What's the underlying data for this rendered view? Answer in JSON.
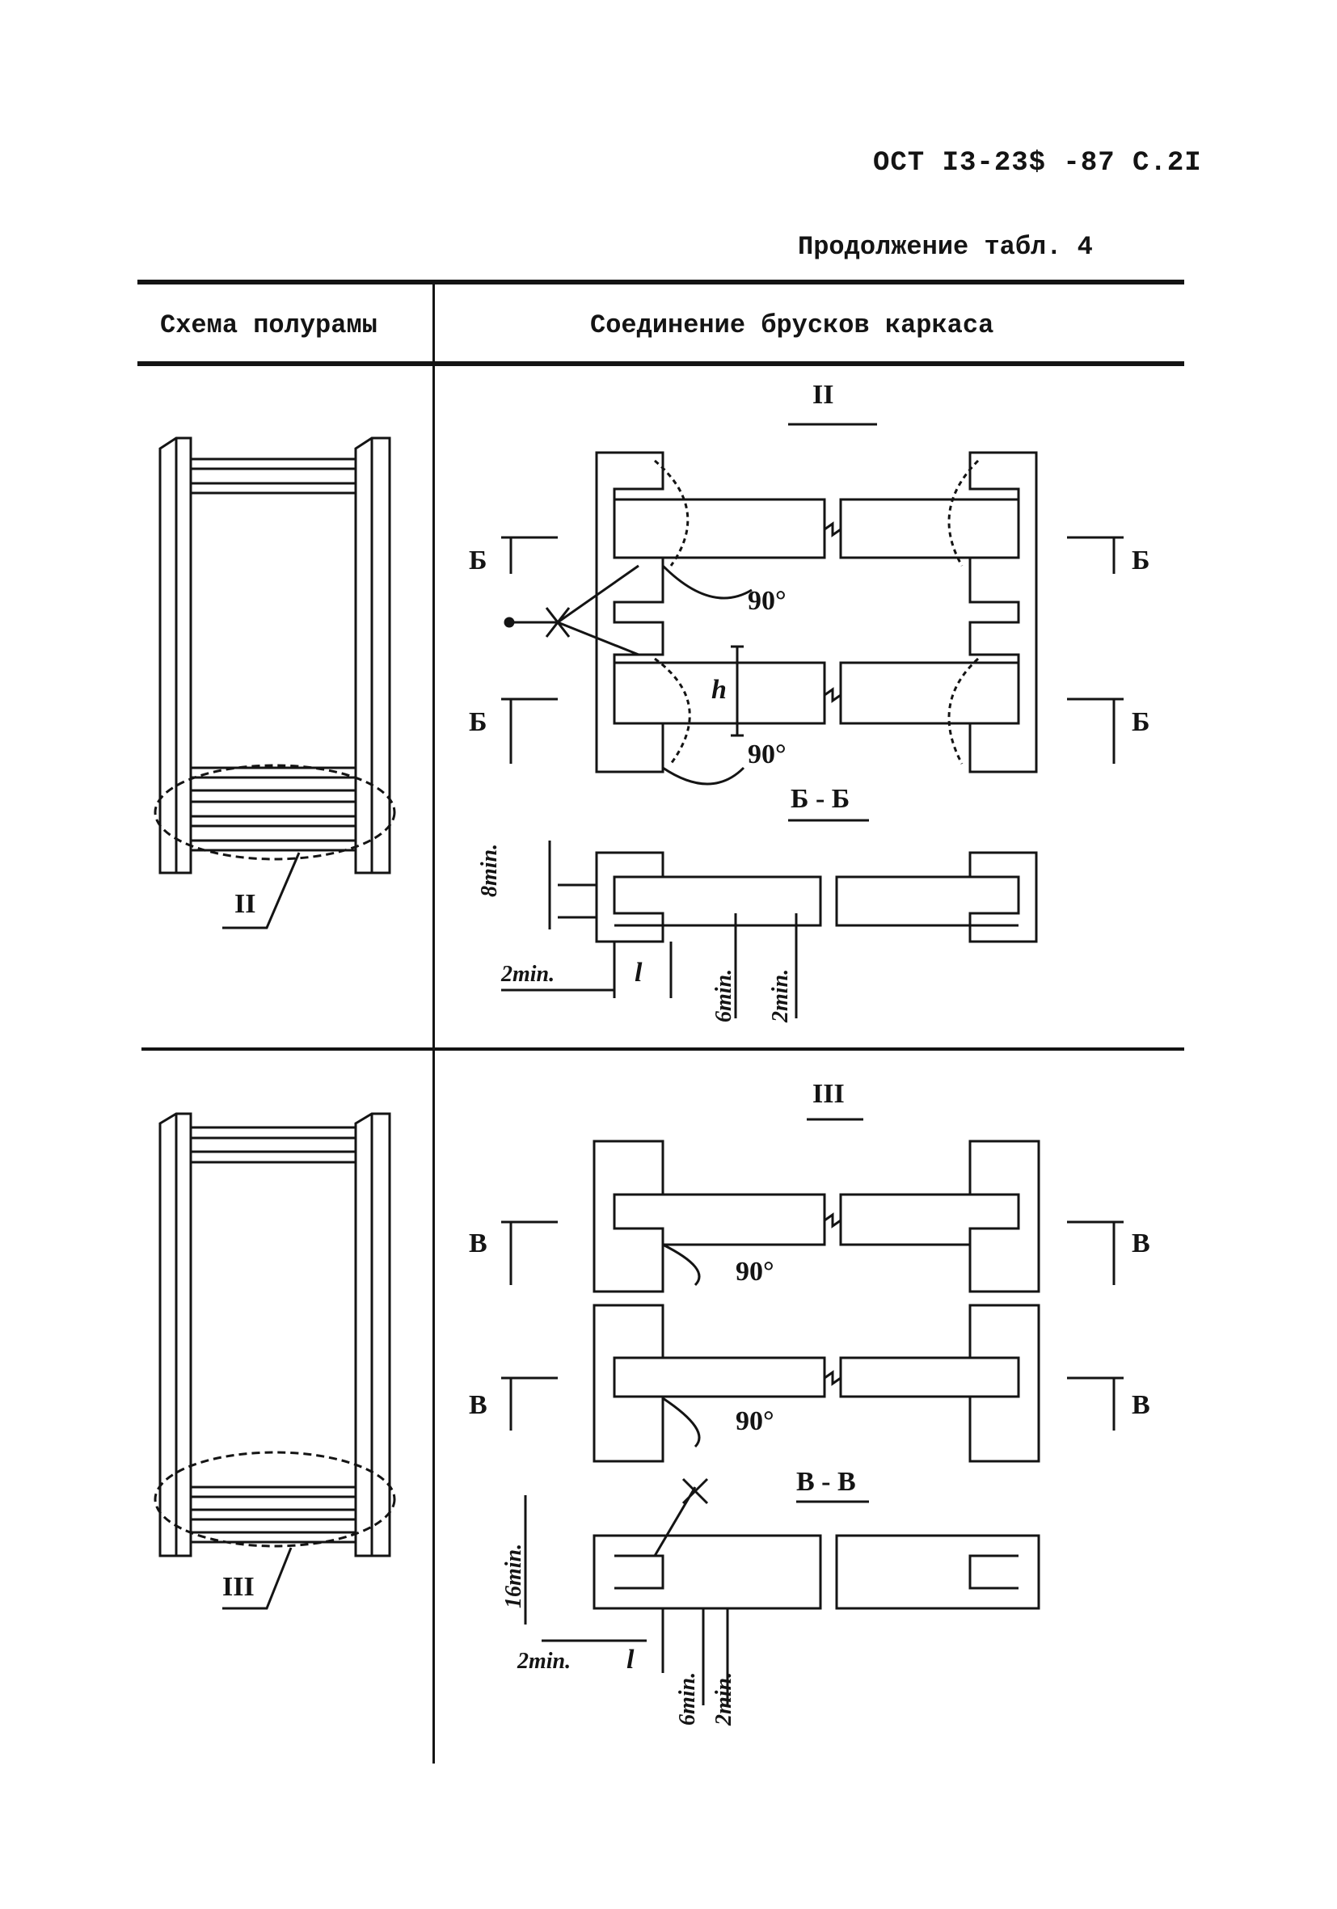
{
  "header": {
    "doc_ref": "ОСТ I3-23$ -87 С.2I"
  },
  "table": {
    "continuation": "Продолжение табл. 4",
    "columns": [
      "Схема полурамы",
      "Соединение брусков каркаса"
    ],
    "rows": [
      {
        "scheme_callout": "II",
        "joint_title": "II",
        "section_marks": [
          "Б",
          "Б",
          "Б",
          "Б"
        ],
        "angles": [
          "90°",
          "90°"
        ],
        "dim_h": "h",
        "section_title": "Б - Б",
        "dims": [
          "8min.",
          "2min.",
          "l",
          "6min.",
          "2min."
        ]
      },
      {
        "scheme_callout": "III",
        "joint_title": "III",
        "section_marks": [
          "В",
          "В",
          "В",
          "В"
        ],
        "angles": [
          "90°",
          "90°"
        ],
        "section_title": "В - В",
        "dims": [
          "16min.",
          "2min.",
          "l",
          "6min.",
          "2min."
        ]
      }
    ]
  }
}
